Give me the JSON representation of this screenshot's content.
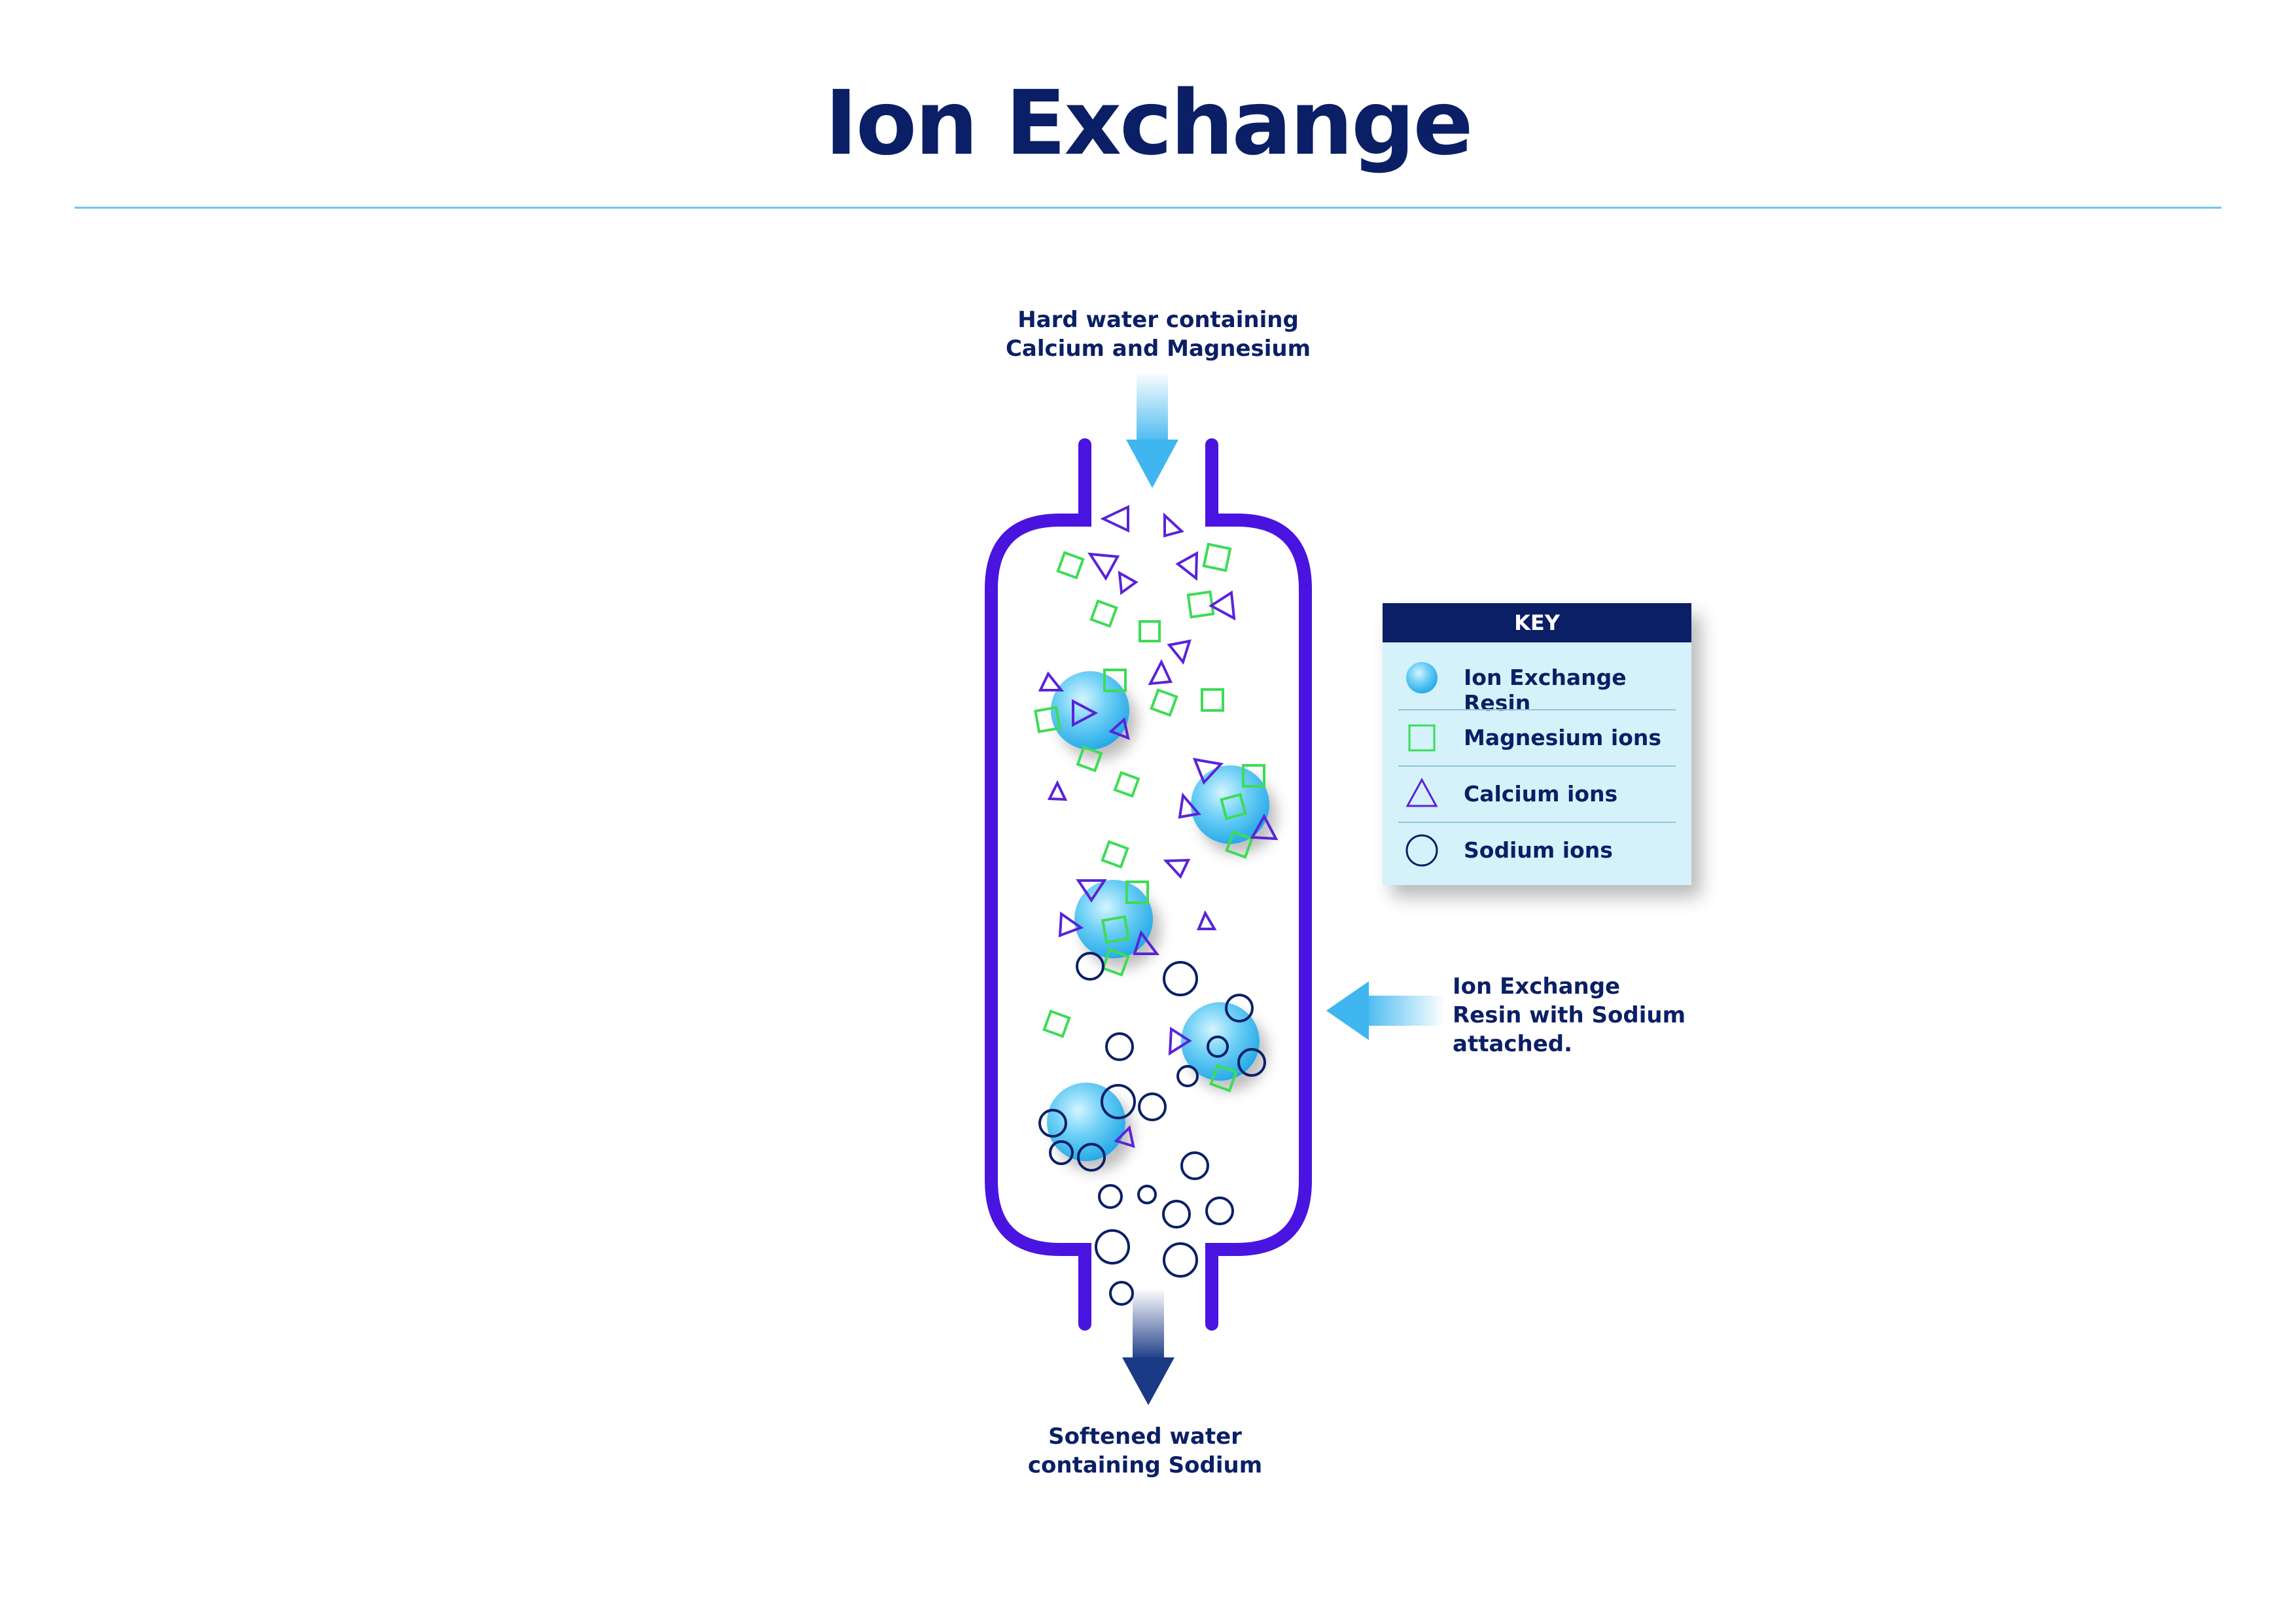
{
  "title": "Ion Exchange",
  "inlet_label": [
    "Hard water containing",
    "Calcium and Magnesium"
  ],
  "outlet_label": [
    "Softened water",
    "containing Sodium"
  ],
  "resin_label": [
    "Ion Exchange",
    "Resin with Sodium",
    "attached."
  ],
  "key": {
    "heading": "KEY",
    "items": [
      {
        "label": "Ion Exchange Resin",
        "icon": "resin-bead-icon"
      },
      {
        "label": "Magnesium ions",
        "icon": "square-icon"
      },
      {
        "label": "Calcium ions",
        "icon": "triangle-icon"
      },
      {
        "label": "Sodium ions",
        "icon": "circle-icon"
      }
    ]
  },
  "colors": {
    "title": "#0b1f66",
    "divider": "#6cc8ea",
    "vessel": "#4a14e0",
    "magnesium": "#3ddc55",
    "calcium": "#5a23d8",
    "sodium": "#0b1f66",
    "resin": "#47bff0",
    "key_background": "#d5f2fa",
    "key_header": "#0b1f66"
  }
}
